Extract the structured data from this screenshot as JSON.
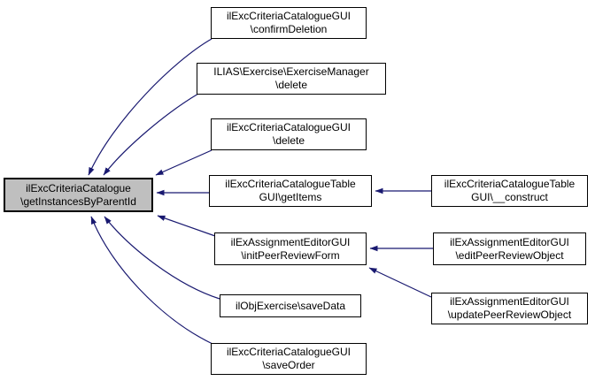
{
  "diagram": {
    "type": "call-graph",
    "style": "doxygen-caller-graph",
    "colors": {
      "background": "#ffffff",
      "edge": "#191970",
      "node_border": "#000000",
      "node_fill": "#ffffff",
      "highlight_node_fill": "#bfbfbf",
      "text": "#000000"
    },
    "nodes": {
      "center": {
        "line1": "ilExcCriteriaCatalogue",
        "line2": "\\getInstancesByParentId",
        "highlighted": true
      },
      "confirm_deletion": {
        "line1": "ilExcCriteriaCatalogueGUI",
        "line2": "\\confirmDeletion"
      },
      "manager_delete": {
        "line1": "ILIAS\\Exercise\\ExerciseManager",
        "line2": "\\delete"
      },
      "gui_delete": {
        "line1": "ilExcCriteriaCatalogueGUI",
        "line2": "\\delete"
      },
      "get_items": {
        "line1": "ilExcCriteriaCatalogueTable",
        "line2": "GUI\\getItems"
      },
      "init_peer_review_form": {
        "line1": "ilExAssignmentEditorGUI",
        "line2": "\\initPeerReviewForm"
      },
      "save_data": {
        "line1": "ilObjExercise\\saveData"
      },
      "save_order": {
        "line1": "ilExcCriteriaCatalogueGUI",
        "line2": "\\saveOrder"
      },
      "table_construct": {
        "line1": "ilExcCriteriaCatalogueTable",
        "line2": "GUI\\__construct"
      },
      "edit_peer_review": {
        "line1": "ilExAssignmentEditorGUI",
        "line2": "\\editPeerReviewObject"
      },
      "update_peer_review": {
        "line1": "ilExAssignmentEditorGUI",
        "line2": "\\updatePeerReviewObject"
      }
    },
    "edges": [
      {
        "from": "confirm_deletion",
        "to": "center"
      },
      {
        "from": "manager_delete",
        "to": "center"
      },
      {
        "from": "gui_delete",
        "to": "center"
      },
      {
        "from": "get_items",
        "to": "center"
      },
      {
        "from": "init_peer_review_form",
        "to": "center"
      },
      {
        "from": "save_data",
        "to": "center"
      },
      {
        "from": "save_order",
        "to": "center"
      },
      {
        "from": "table_construct",
        "to": "get_items"
      },
      {
        "from": "edit_peer_review",
        "to": "init_peer_review_form"
      },
      {
        "from": "update_peer_review",
        "to": "init_peer_review_form"
      }
    ]
  }
}
